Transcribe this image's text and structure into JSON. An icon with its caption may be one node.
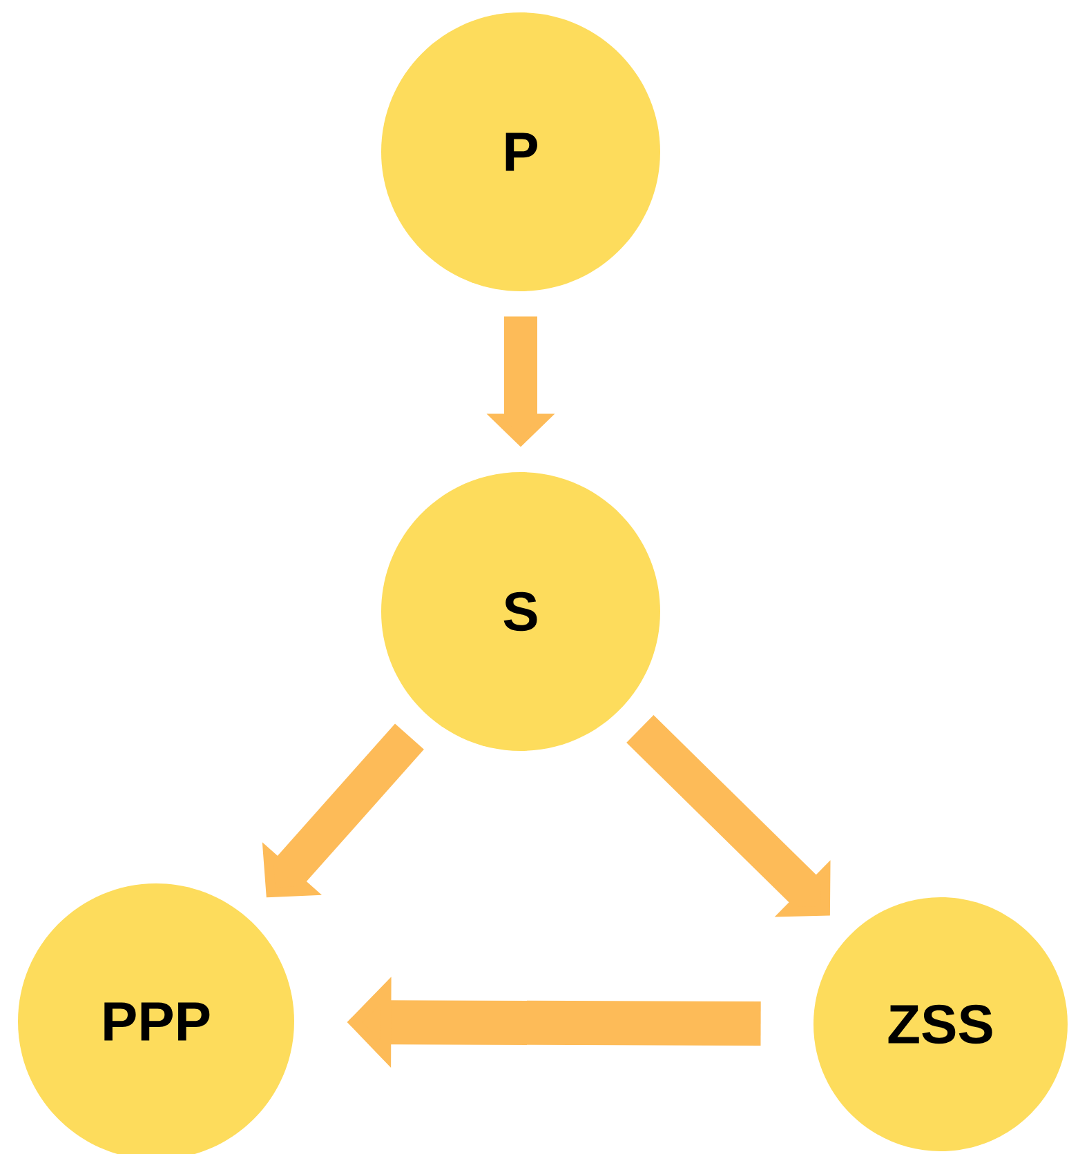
{
  "diagram": {
    "nodes": [
      {
        "text": [
          "P"
        ]
      },
      {
        "text": [
          "S"
        ]
      },
      {
        "text": [
          "PPP"
        ]
      },
      {
        "text": [
          "ZSS"
        ]
      }
    ],
    "edges": [
      {
        "from": 0,
        "to": 1,
        "arrow": "to"
      },
      {
        "from": 1,
        "to": 2,
        "arrow": "to"
      },
      {
        "from": 1,
        "to": 3,
        "arrow": "to"
      },
      {
        "from": 3,
        "to": 2,
        "arrow": "to"
      }
    ]
  }
}
